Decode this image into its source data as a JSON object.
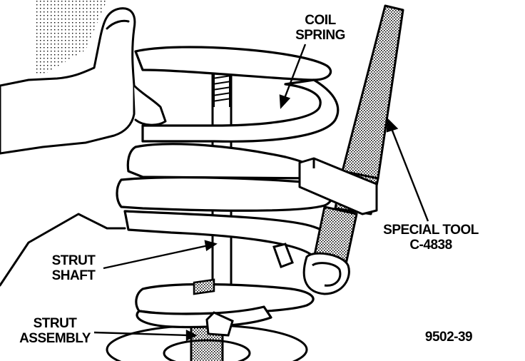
{
  "figure": {
    "labels": {
      "coil_spring": [
        "COIL",
        "SPRING"
      ],
      "strut_shaft": [
        "STRUT",
        "SHAFT"
      ],
      "strut_assembly": [
        "STRUT",
        "ASSEMBLY"
      ],
      "special_tool": [
        "SPECIAL TOOL",
        "C-4838"
      ]
    },
    "figure_number": "9502-39"
  },
  "colors": {
    "line": "#000000",
    "background": "#ffffff",
    "shade": "#8a8a8a"
  }
}
